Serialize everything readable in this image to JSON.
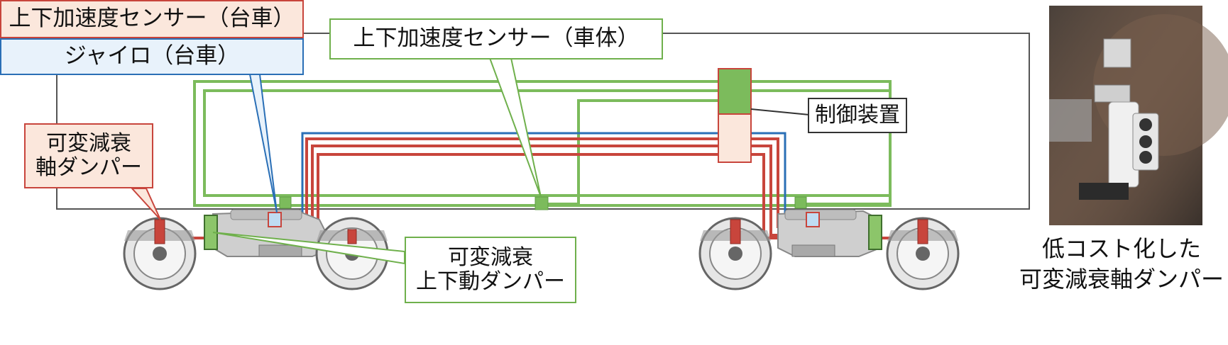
{
  "labels": {
    "bogie_accel": "上下加速度センサー（台車）",
    "gyro": "ジャイロ（台車）",
    "body_accel": "上下加速度センサー（車体）",
    "controller": "制御装置",
    "axle_damper_line1": "可変減衰",
    "axle_damper_line2": "軸ダンパー",
    "vertical_damper_line1": "可変減衰",
    "vertical_damper_line2": "上下動ダンパー"
  },
  "photo_caption": {
    "line1": "低コスト化した",
    "line2": "可変減衰軸ダンパー"
  },
  "colors": {
    "red": "#c8453c",
    "blue": "#2a6fb6",
    "green": "#7cbb5c",
    "dark_green": "#5f9c46",
    "body_outline": "#555555",
    "bogie_gray": "#b8b8b8"
  }
}
